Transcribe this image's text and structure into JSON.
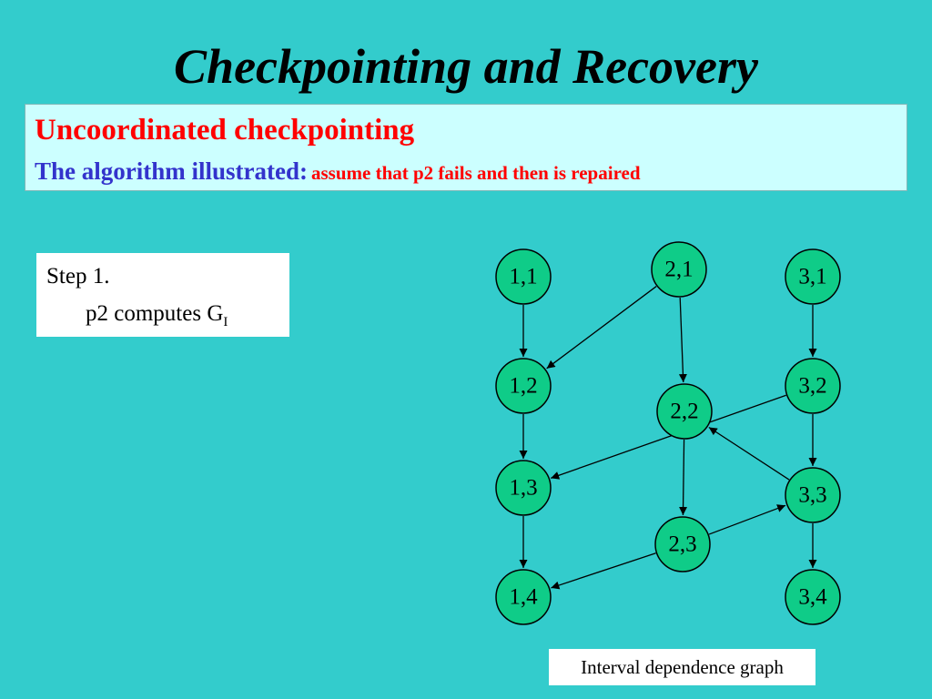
{
  "slide": {
    "title": "Checkpointing and Recovery",
    "subtitle_heading": "Uncoordinated checkpointing",
    "subtitle_label": "The algorithm illustrated:",
    "subtitle_note": "assume that p2 fails and then is repaired",
    "step_label": "Step 1.",
    "step_text": "p2 computes G",
    "step_text_sub": "I",
    "caption": "Interval dependence graph"
  },
  "colors": {
    "background": "#33cccc",
    "box_fill": "#ccffff",
    "heading_red": "#ff0000",
    "label_blue": "#3333cc",
    "node_fill": "#0fcc88"
  },
  "graph": {
    "nodes": [
      {
        "id": "1,1",
        "label": "1,1"
      },
      {
        "id": "1,2",
        "label": "1,2"
      },
      {
        "id": "1,3",
        "label": "1,3"
      },
      {
        "id": "1,4",
        "label": "1,4"
      },
      {
        "id": "2,1",
        "label": "2,1"
      },
      {
        "id": "2,2",
        "label": "2,2"
      },
      {
        "id": "2,3",
        "label": "2,3"
      },
      {
        "id": "3,1",
        "label": "3,1"
      },
      {
        "id": "3,2",
        "label": "3,2"
      },
      {
        "id": "3,3",
        "label": "3,3"
      },
      {
        "id": "3,4",
        "label": "3,4"
      }
    ],
    "edges": [
      {
        "from": "1,1",
        "to": "1,2"
      },
      {
        "from": "1,2",
        "to": "1,3"
      },
      {
        "from": "1,3",
        "to": "1,4"
      },
      {
        "from": "2,1",
        "to": "2,2"
      },
      {
        "from": "2,2",
        "to": "2,3"
      },
      {
        "from": "3,1",
        "to": "3,2"
      },
      {
        "from": "3,2",
        "to": "3,3"
      },
      {
        "from": "3,3",
        "to": "3,4"
      },
      {
        "from": "2,1",
        "to": "1,2"
      },
      {
        "from": "3,2",
        "to": "1,3"
      },
      {
        "from": "3,3",
        "to": "2,2"
      },
      {
        "from": "2,3",
        "to": "1,4"
      },
      {
        "from": "2,3",
        "to": "3,3"
      }
    ]
  }
}
